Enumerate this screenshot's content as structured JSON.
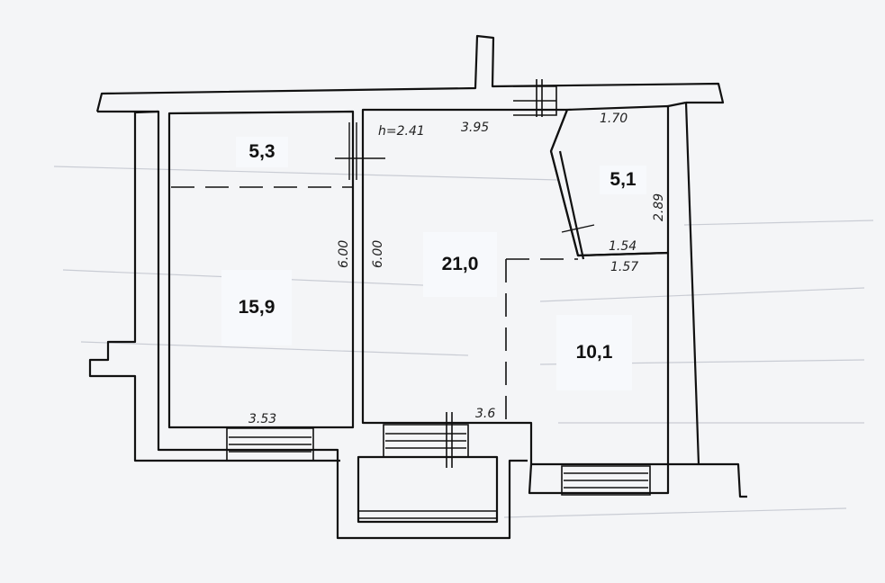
{
  "plan": {
    "ceiling_height": "h=2.41",
    "dimensions": {
      "top_center_width": "3.95",
      "top_right_width": "1.70",
      "right_room_height": "2.89",
      "left_wall_length": "6.00",
      "center_wall_length": "6.00",
      "bottom_left_width": "3.53",
      "bottom_center_width": "3.6",
      "small_room_bottom": "1.54",
      "right_room_top": "1.57"
    },
    "areas": {
      "storage": "5,3",
      "left_room": "15,9",
      "main_room": "21,0",
      "corner_room": "5,1",
      "right_room": "10,1"
    }
  }
}
